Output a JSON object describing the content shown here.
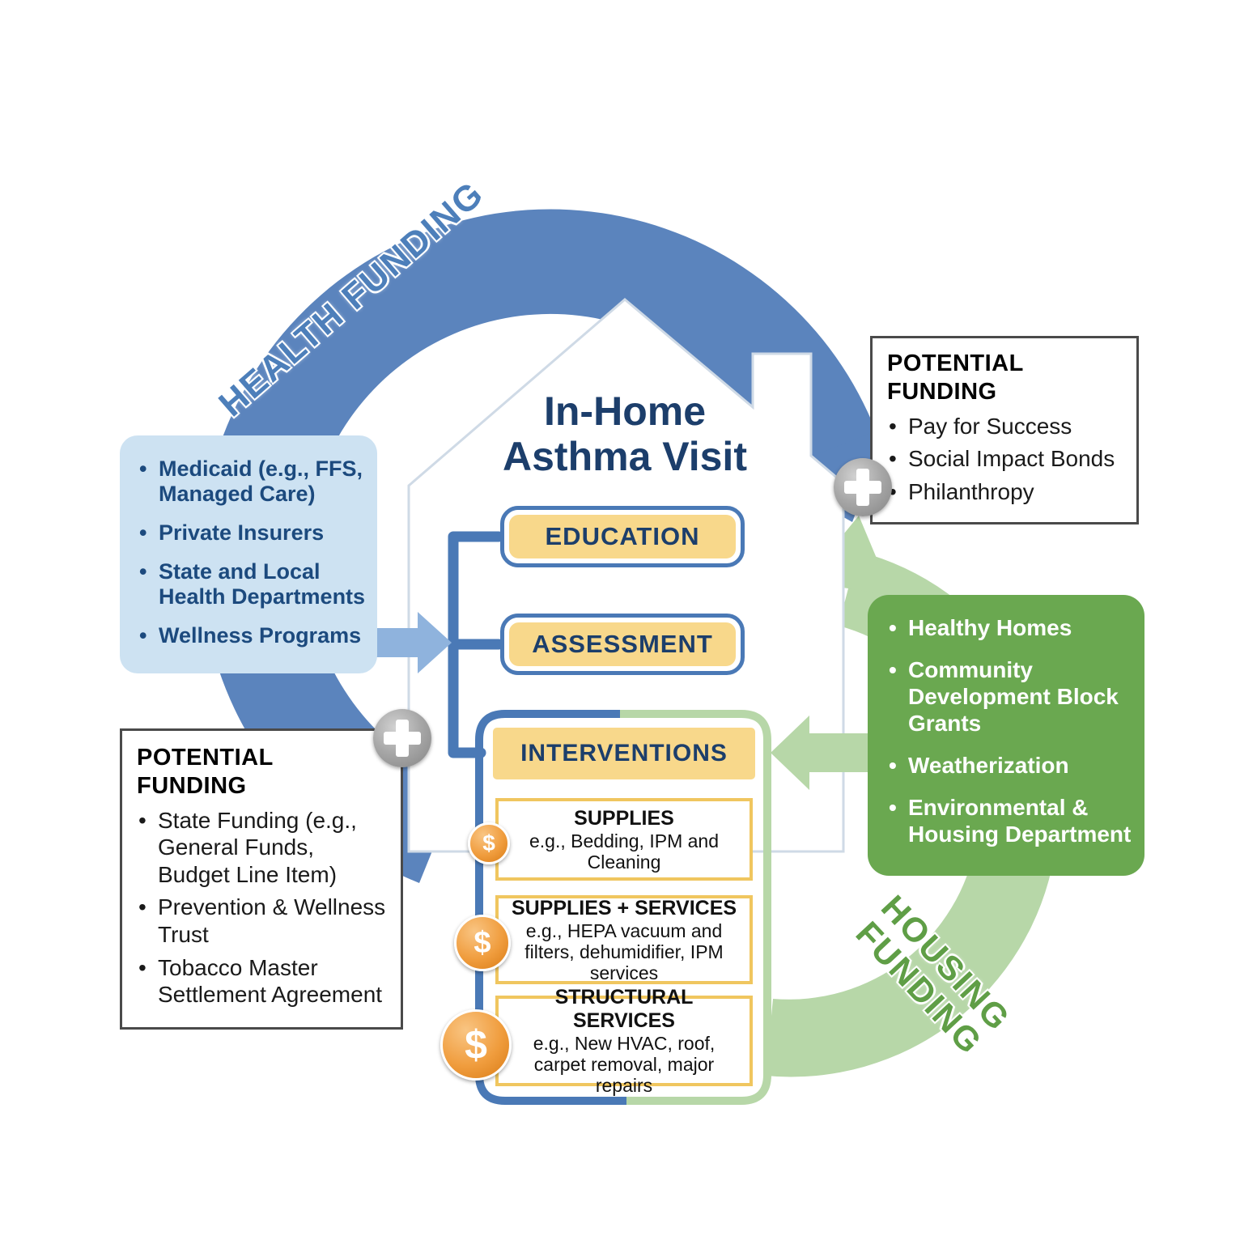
{
  "title": {
    "line1": "In-Home",
    "line2": "Asthma Visit"
  },
  "arcs": {
    "health_label": "HEALTH FUNDING",
    "housing_label": "HOUSING FUNDING"
  },
  "health_sources_box": {
    "items": [
      "Medicaid (e.g., FFS, Managed Care)",
      "Private Insurers",
      "State and Local Health Departments",
      "Wellness Programs"
    ]
  },
  "potential_funding_top": {
    "title": "POTENTIAL FUNDING",
    "items": [
      "Pay for Success",
      "Social Impact Bonds",
      "Philanthropy"
    ]
  },
  "potential_funding_left": {
    "title": "POTENTIAL FUNDING",
    "items": [
      "State Funding (e.g., General Funds, Budget Line Item)",
      "Prevention & Wellness Trust",
      "Tobacco Master Settlement Agreement"
    ]
  },
  "housing_sources_box": {
    "items": [
      "Healthy Homes",
      "Community Development Block Grants",
      "Weatherization",
      "Environmental & Housing Department"
    ]
  },
  "components": {
    "education": "EDUCATION",
    "assessment": "ASSESSMENT",
    "interventions": "INTERVENTIONS"
  },
  "intervention_levels": [
    {
      "title": "SUPPLIES",
      "desc": "e.g., Bedding, IPM and Cleaning",
      "cost_symbol": "$"
    },
    {
      "title": "SUPPLIES + SERVICES",
      "desc": "e.g., HEPA vacuum and filters, dehumidifier, IPM services",
      "cost_symbol": "$"
    },
    {
      "title": "STRUCTURAL SERVICES",
      "desc": "e.g., New HVAC, roof, carpet removal, major repairs",
      "cost_symbol": "$"
    }
  ],
  "colors": {
    "health_blue": "#5b84bd",
    "bracket_blue": "#4a79b6",
    "light_blue_panel": "#cde2f2",
    "housing_green": "#6aa850",
    "light_green": "#b7d7a8",
    "accent_yellow": "#f8d88b",
    "dollar_orange": "#f09d3e",
    "navy_text": "#1c3e6b"
  }
}
